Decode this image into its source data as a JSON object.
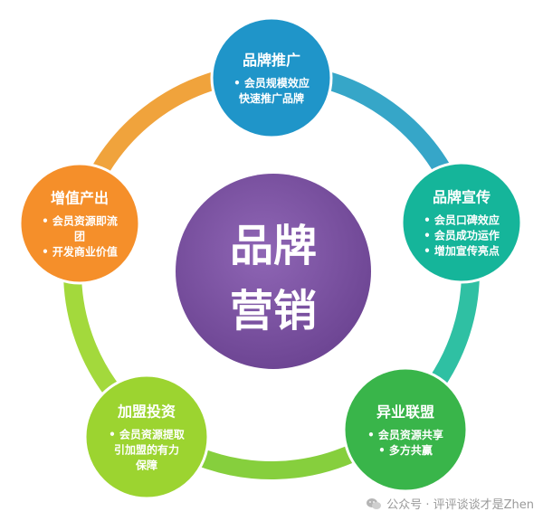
{
  "center": {
    "line1": "品牌",
    "line2": "营销",
    "color": "#7a4f9e"
  },
  "ring_colors": [
    "#36a6c8",
    "#2fc0a3",
    "#86cf3d",
    "#a3d93c",
    "#f0a33c"
  ],
  "nodes": [
    {
      "id": "brand-promotion",
      "title": "品牌推广",
      "lines": [
        "• 会员规模效应",
        "快速推广品牌"
      ],
      "color": "#1f95c9"
    },
    {
      "id": "brand-publicity",
      "title": "品牌宣传",
      "lines": [
        "• 会员口碑效应",
        "• 会员成功运作",
        "• 增加宣传亮点"
      ],
      "color": "#15b59a"
    },
    {
      "id": "cross-industry-alliance",
      "title": "异业联盟",
      "lines": [
        "• 会员资源共享",
        "• 多方共赢"
      ],
      "color": "#39b54a"
    },
    {
      "id": "franchise-investment",
      "title": "加盟投资",
      "lines": [
        "• 会员资源提取",
        "引加盟的有力",
        "保障"
      ],
      "color": "#9cd430"
    },
    {
      "id": "value-added-output",
      "title": "增值产出",
      "lines": [
        "• 会员资源即流",
        "团",
        "• 开发商业价值"
      ],
      "color": "#f58f2a"
    }
  ],
  "watermark": {
    "text": "公众号 · 评评谈谈才是Zhen",
    "icon": "wechat-icon"
  }
}
